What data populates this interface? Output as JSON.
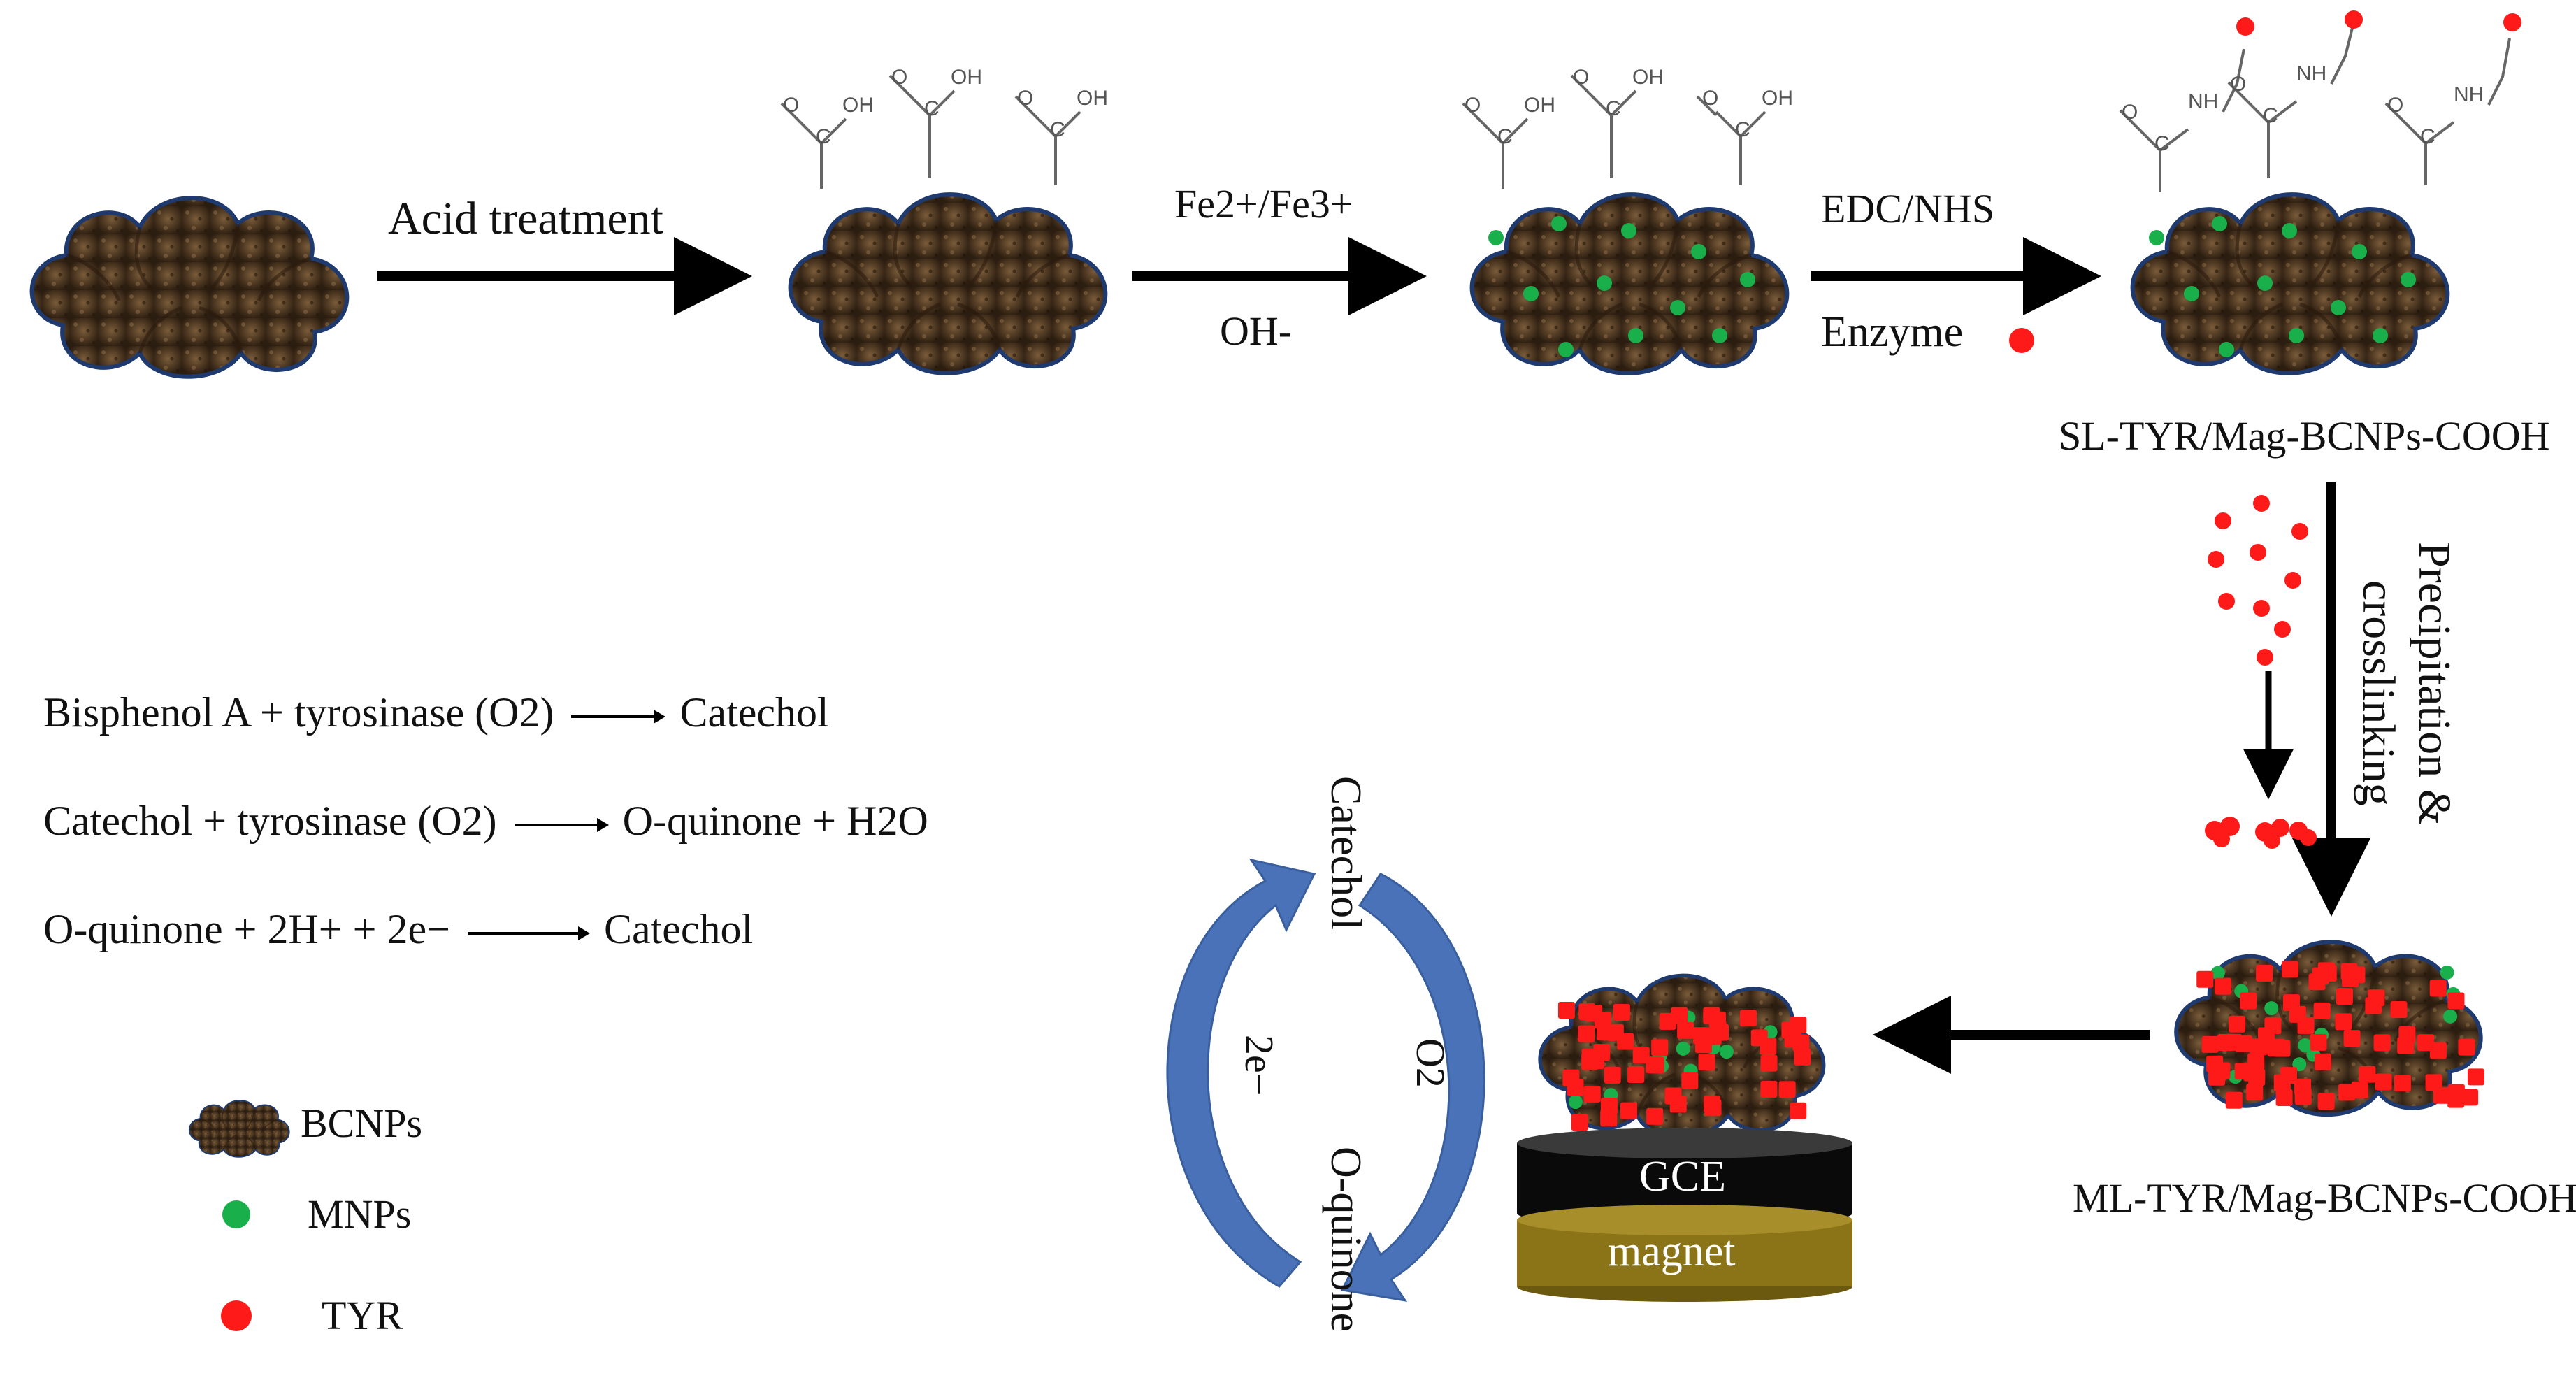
{
  "steps": {
    "acid_treatment": "Acid treatment",
    "iron_ions": "Fe2+/Fe3+",
    "hydroxide": "OH-",
    "edc_nhs": "EDC/NHS",
    "enzyme": "Enzyme",
    "precipitation": "Precipitation &",
    "crosslinking": "crosslinking"
  },
  "products": {
    "sl": "SL-TYR/Mag-BCNPs-COOH",
    "ml": "ML-TYR/Mag-BCNPs-COOH"
  },
  "chem": {
    "o": "O",
    "oh": "OH",
    "c": "C",
    "nh": "NH"
  },
  "reactions": [
    {
      "lhs": "Bisphenol A + tyrosinase (O2)",
      "rhs": "Catechol"
    },
    {
      "lhs": "Catechol + tyrosinase (O2)",
      "rhs": "O-quinone + H2O"
    },
    {
      "lhs": "O-quinone + 2H+ + 2e−",
      "rhs": "Catechol"
    }
  ],
  "cycle": {
    "top": "Catechol",
    "bottom": "O-quinone",
    "left": "2e−",
    "right": "O2"
  },
  "electrode": {
    "gce": "GCE",
    "magnet": "magnet"
  },
  "legend": [
    {
      "label": "BCNPs",
      "color": "#4a3520"
    },
    {
      "label": "MNPs",
      "color": "#19b04b"
    },
    {
      "label": "TYR",
      "color": "#ff1a1a"
    }
  ],
  "colors": {
    "particle_body": "#4a3520",
    "particle_outline": "#1f3a6e",
    "mnp": "#19b04b",
    "tyr": "#ff1a1a",
    "cycle_arrow": "#4a72b8",
    "gce": "#0a0a0a",
    "magnet": "#8b7418"
  }
}
